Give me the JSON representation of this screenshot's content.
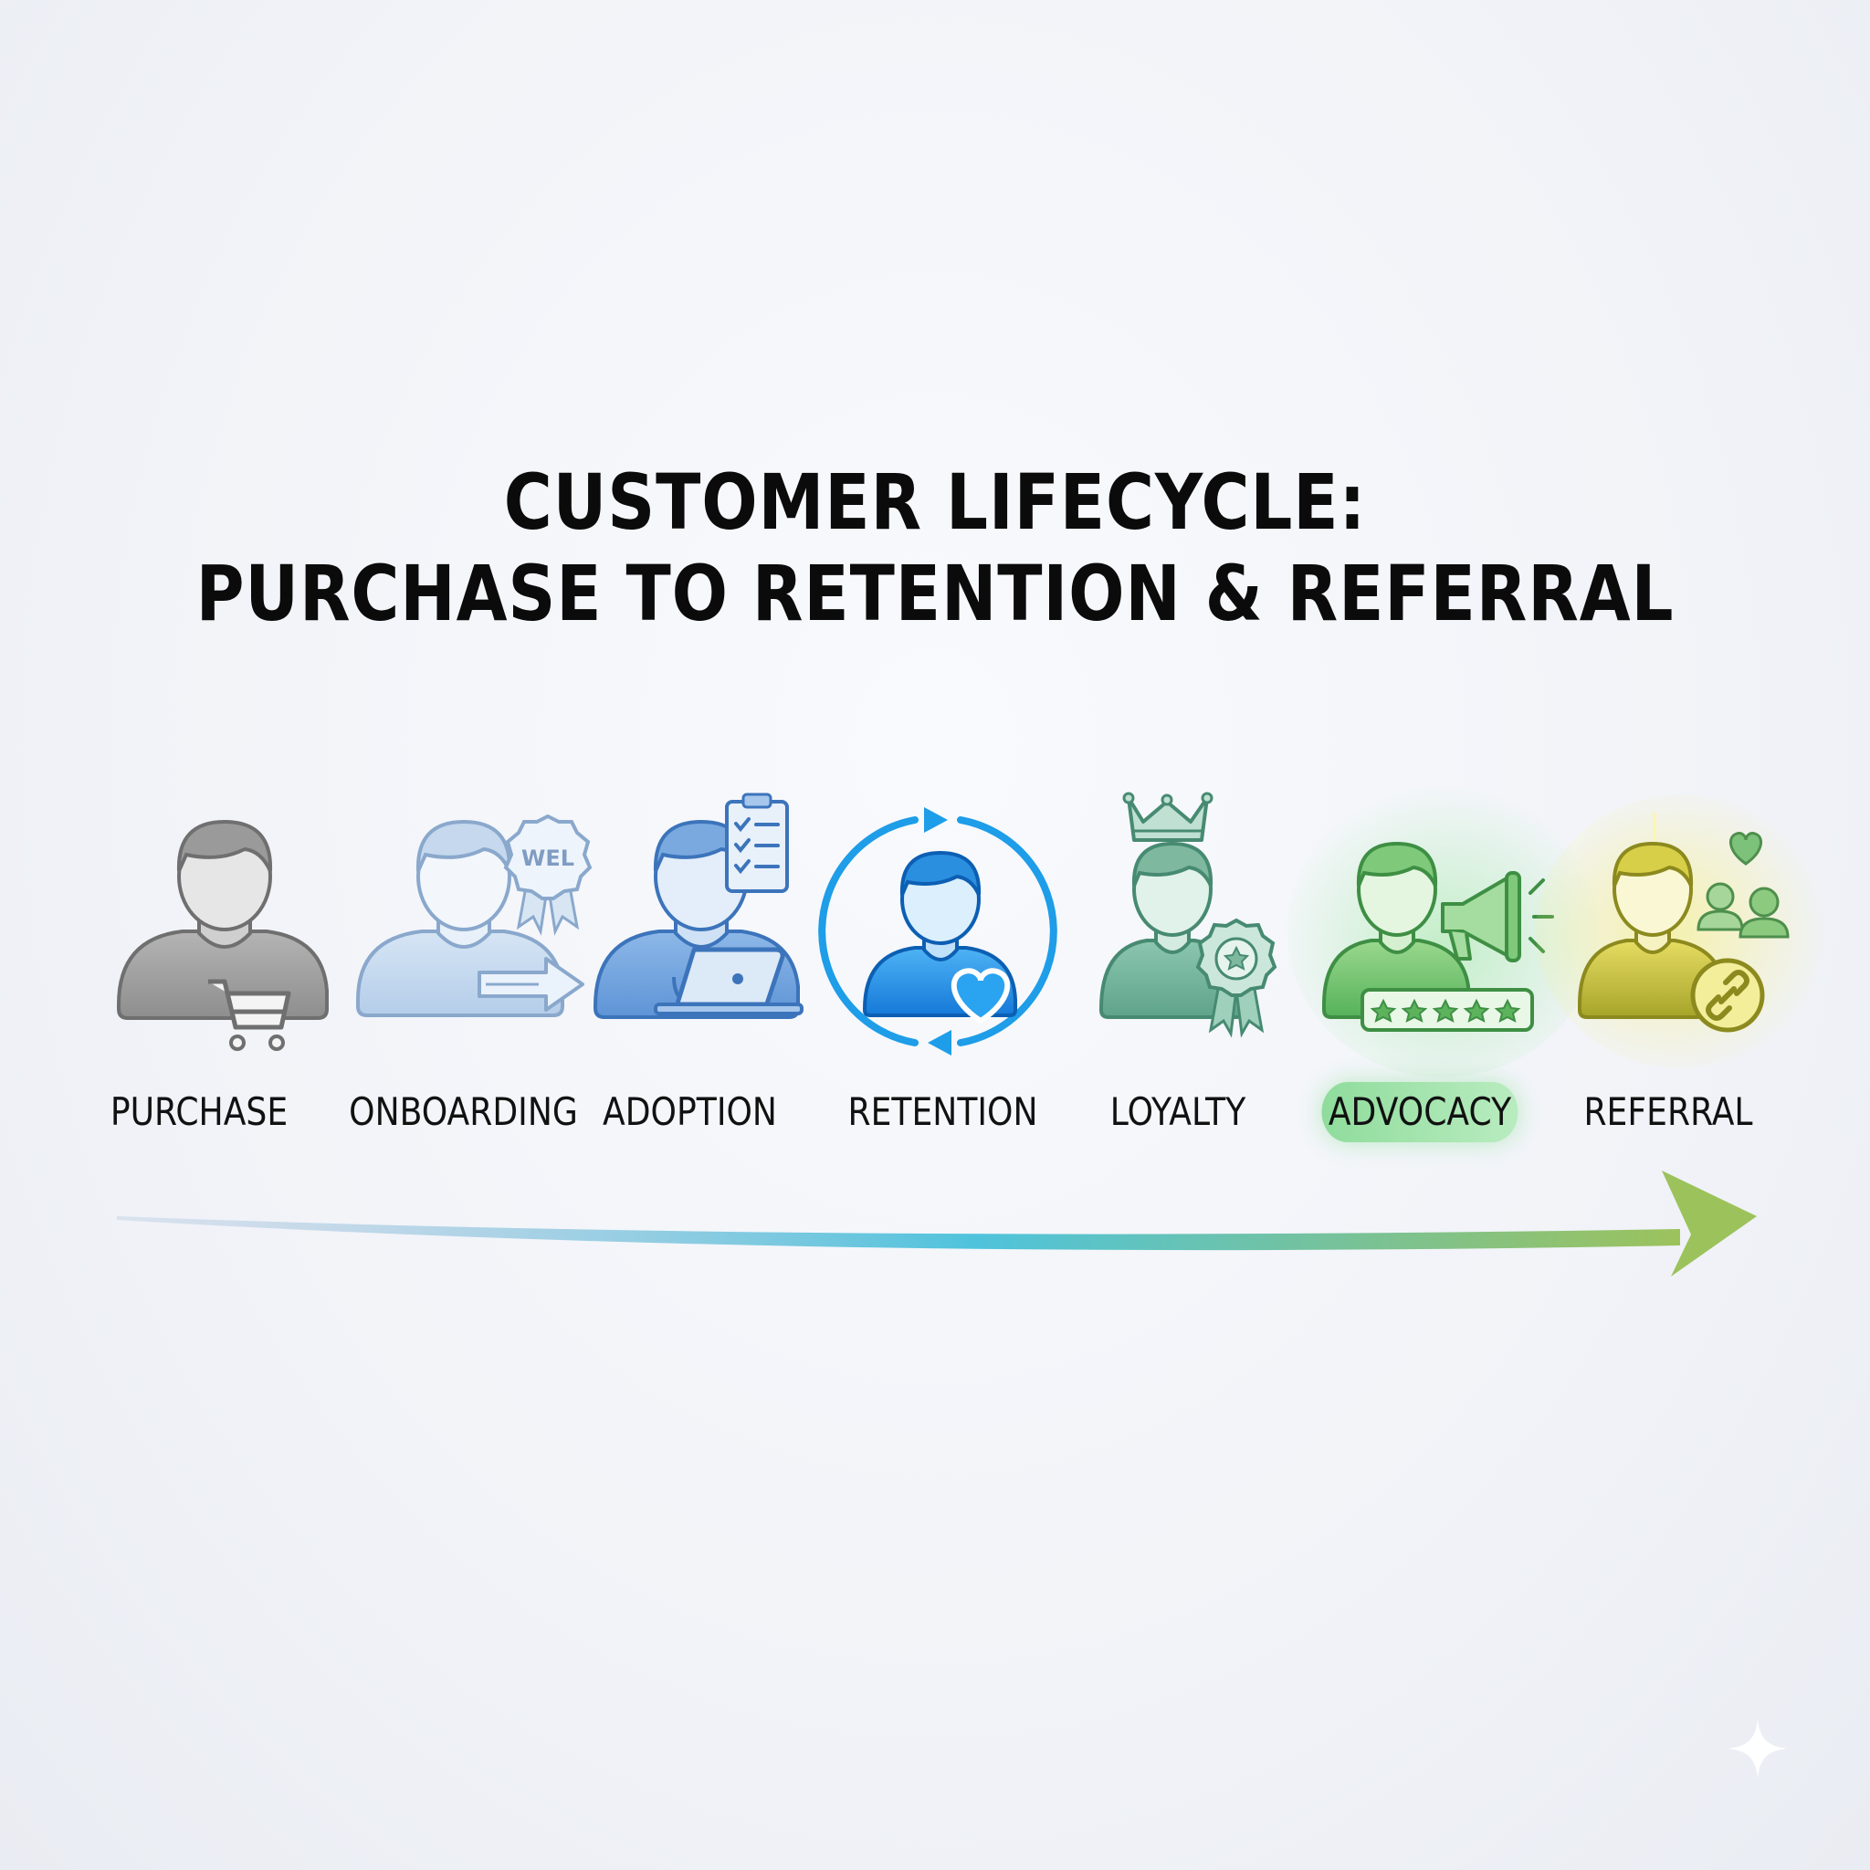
{
  "title": {
    "line1": "CUSTOMER LIFECYCLE:",
    "line2": "PURCHASE TO RETENTION & REFERRAL"
  },
  "stages": [
    {
      "label": "PURCHASE",
      "color": "#8a8a8a",
      "icon": "person-with-cart-icon"
    },
    {
      "label": "ONBOARDING",
      "color": "#9ab9dc",
      "icon": "person-with-welcome-badge-icon",
      "badge_text": "WEL"
    },
    {
      "label": "ADOPTION",
      "color": "#5a95d6",
      "icon": "person-with-laptop-and-checklist-icon"
    },
    {
      "label": "RETENTION",
      "color": "#1a8ae8",
      "icon": "person-in-cycle-with-heart-icon"
    },
    {
      "label": "LOYALTY",
      "color": "#5fa98c",
      "icon": "person-with-crown-and-award-icon"
    },
    {
      "label": "ADVOCACY",
      "color": "#4fb457",
      "icon": "person-with-megaphone-and-rating-icon",
      "highlighted": true
    },
    {
      "label": "REFERRAL",
      "color": "#b8b330",
      "icon": "person-with-link-and-people-icon"
    }
  ],
  "arrow": {
    "gradient": [
      "#9ab3d4",
      "#4fc3dc",
      "#9cc25c"
    ]
  },
  "colors": {
    "background": "#f3f5f9",
    "title": "#0b0b0b",
    "highlight_pill": "#a4e4ad"
  }
}
